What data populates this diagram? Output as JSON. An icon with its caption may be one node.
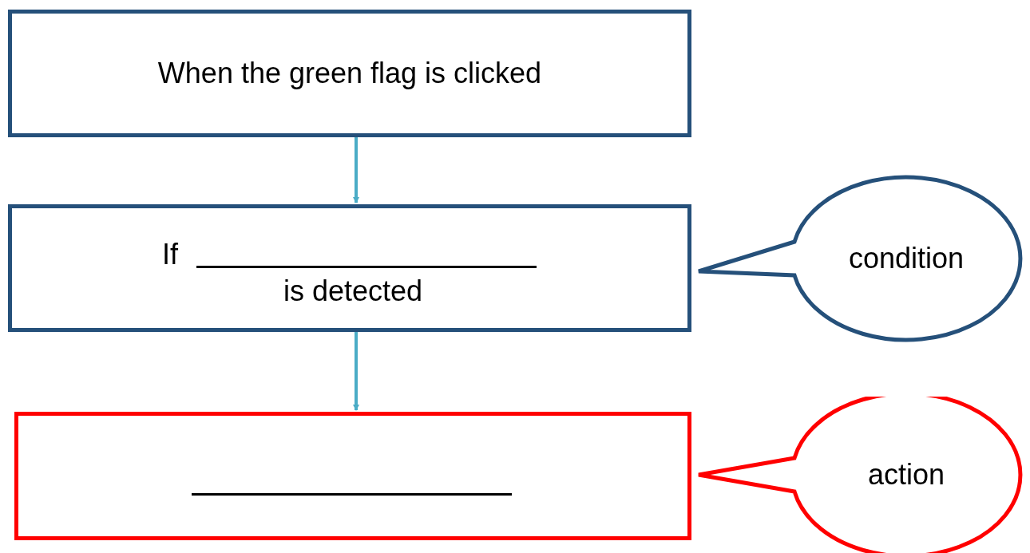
{
  "diagram": {
    "nodes": [
      {
        "text": [
          "When the green flag is clicked"
        ]
      },
      {
        "text": [
          "If",
          "is detected"
        ]
      },
      {
        "text": [],
        "shape": "box"
      },
      {
        "text": [
          "condition"
        ]
      },
      {
        "text": [
          "action"
        ]
      }
    ],
    "edges": [
      {
        "from": 0,
        "to": 1,
        "arrow": "to"
      },
      {
        "from": 1,
        "to": 2,
        "arrow": "to"
      }
    ]
  }
}
